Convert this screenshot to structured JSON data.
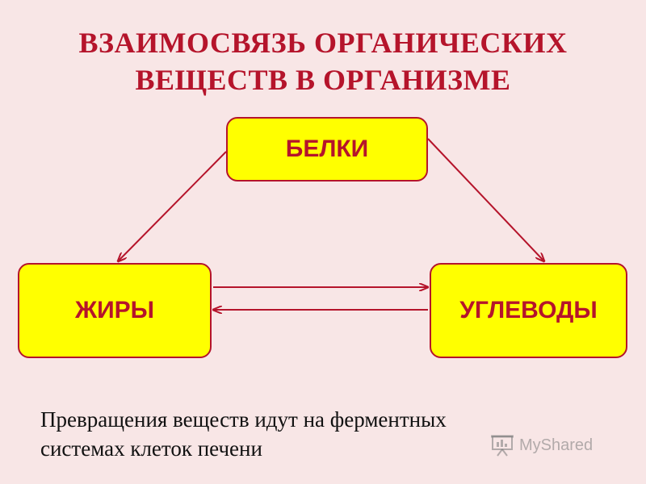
{
  "title": {
    "line1": "ВЗАИМОСВЯЗЬ ОРГАНИЧЕСКИХ",
    "line2": "ВЕЩЕСТВ В ОРГАНИЗМЕ"
  },
  "nodes": {
    "proteins": "БЕЛКИ",
    "fats": "ЖИРЫ",
    "carbs": "УГЛЕВОДЫ"
  },
  "edges": [
    {
      "from": "proteins",
      "to": "fats"
    },
    {
      "from": "proteins",
      "to": "carbs"
    },
    {
      "from": "fats",
      "to": "carbs"
    },
    {
      "from": "carbs",
      "to": "fats"
    }
  ],
  "note": {
    "line1": "Превращения веществ идут на ферментных",
    "line2": "системах клеток печени"
  },
  "watermark": {
    "text": "MyShared",
    "icon": "presentation-icon"
  },
  "colors": {
    "accent": "#b5142b",
    "box_fill": "#ffff00",
    "background": "#f8e6e6"
  }
}
